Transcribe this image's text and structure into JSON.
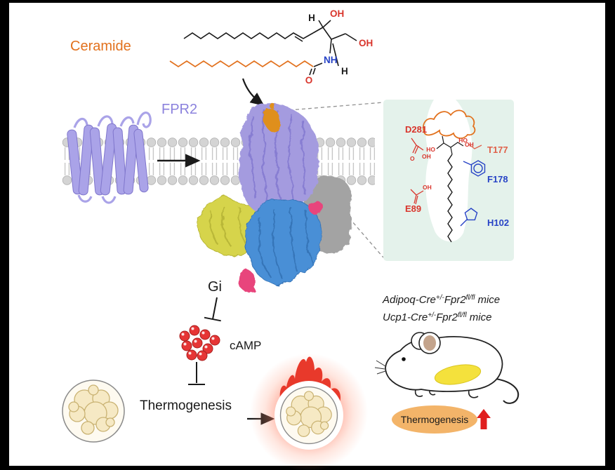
{
  "colors": {
    "ceramide": "#e2711d",
    "fpr2": "#8b82dd",
    "red": "#d9352c",
    "salmon": "#e0614a",
    "blue": "#2743c6",
    "black": "#1a1a1a",
    "badge_fill": "#f3b469",
    "up_arrow": "#e01f1f"
  },
  "labels": {
    "ceramide": "Ceramide",
    "fpr2": "FPR2",
    "gi": "Gi",
    "camp": "cAMP",
    "thermogenesis": "Thermogenesis"
  },
  "chem": {
    "h_top": "H",
    "oh_top": "OH",
    "oh_right": "OH",
    "nh": "NH",
    "o": "O",
    "h_bottom": "H"
  },
  "pocket": {
    "residues": {
      "d281": "D281",
      "t177": "T177",
      "f178": "F178",
      "e89": "E89",
      "h102": "H102"
    },
    "small_labels": {
      "ho_head": "HO",
      "oh_head": "OH",
      "o_d281": "O",
      "oh_d281": "OH",
      "oh_e89": "OH",
      "ho_t177": "HO"
    }
  },
  "mice": {
    "line1": {
      "strain": "Adipoq-Cre",
      "sup1": "+/-",
      "gene": "Fpr2",
      "sup2": "fl/fl",
      "suffix": "mice"
    },
    "line2": {
      "strain": "Ucp1-Cre",
      "sup1": "+/-",
      "gene": "Fpr2",
      "sup2": "fl/fl",
      "suffix": "mice"
    }
  },
  "badge": {
    "label": "Thermogenesis",
    "arrow": "↑"
  }
}
